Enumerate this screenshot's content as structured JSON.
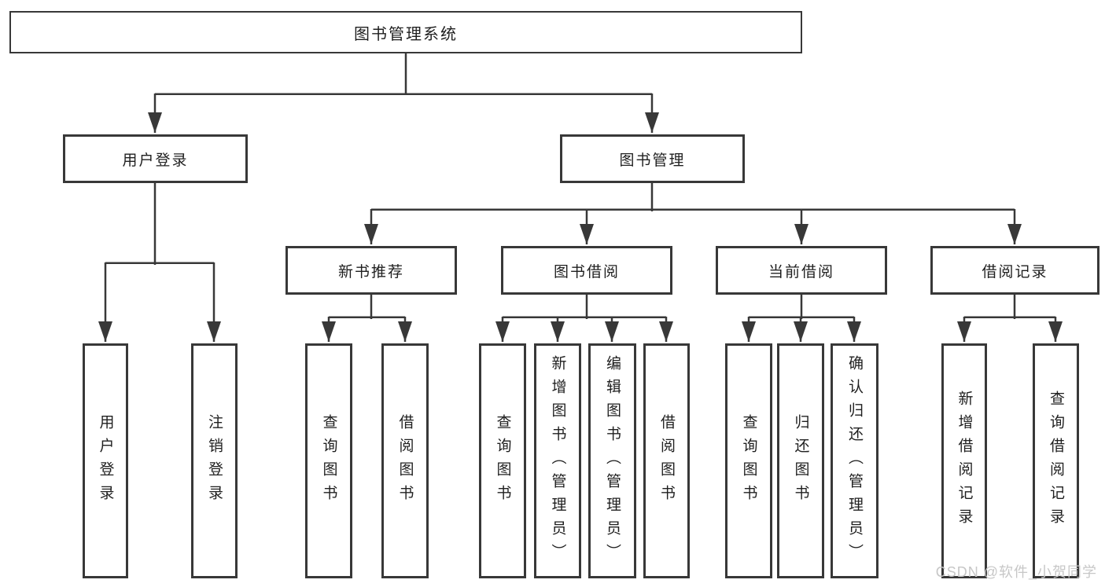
{
  "diagram": {
    "tree": {
      "root": {
        "label": "图书管理系统"
      },
      "level2": [
        {
          "label": "用户登录",
          "children": [
            {
              "label": "用户登录"
            },
            {
              "label": "注销登录"
            }
          ]
        },
        {
          "label": "图书管理",
          "children": [
            {
              "label": "新书推荐",
              "children": [
                {
                  "label": "查询图书"
                },
                {
                  "label": "借阅图书"
                }
              ]
            },
            {
              "label": "图书借阅",
              "children": [
                {
                  "label": "查询图书"
                },
                {
                  "label": "新增图书（管理员）"
                },
                {
                  "label": "编辑图书（管理员）"
                },
                {
                  "label": "借阅图书"
                }
              ]
            },
            {
              "label": "当前借阅",
              "children": [
                {
                  "label": "查询图书"
                },
                {
                  "label": "归还图书"
                },
                {
                  "label": "确认归还（管理员）"
                }
              ]
            },
            {
              "label": "借阅记录",
              "children": [
                {
                  "label": "新增借阅记录"
                },
                {
                  "label": "查询借阅记录"
                }
              ]
            }
          ]
        }
      ]
    },
    "watermark": {
      "text": "CSDN @软件_小贺同学"
    },
    "colors": {
      "line": "#383838",
      "box_border": "#383838",
      "text": "#1f1f1f",
      "background": "#ffffff",
      "watermark": "#c7c7c7"
    }
  }
}
